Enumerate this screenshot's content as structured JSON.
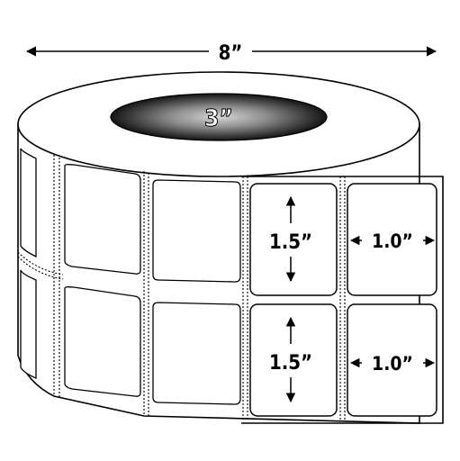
{
  "dimensions": {
    "roll_width": "8”",
    "core_diameter": "3”",
    "label_height": "1.5”",
    "label_width": "1.0”"
  },
  "labels_across": 5,
  "rows_visible": 2,
  "colors": {
    "outline": "#000000",
    "paper": "#ffffff",
    "core_dark": "#1a1a1a",
    "core_light": "#9a9a9a"
  }
}
